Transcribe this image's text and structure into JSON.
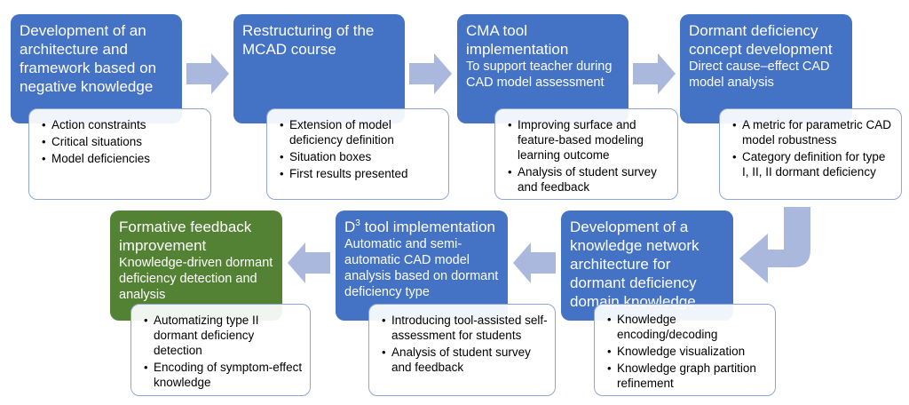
{
  "diagram": {
    "colors": {
      "stage_fill": "#4472c4",
      "final_stage_fill": "#548235",
      "detail_border": "#8fa6d6",
      "arrow_fill": "#a9b8dc"
    },
    "stages": [
      {
        "title": "Development of an architecture and framework based on negative knowledge",
        "subtitle": "",
        "bullets": [
          "Action constraints",
          "Critical situations",
          "Model deficiencies"
        ]
      },
      {
        "title": "Restructuring of the MCAD course",
        "subtitle": "",
        "bullets": [
          "Extension of model deficiency definition",
          "Situation boxes",
          "First results presented"
        ]
      },
      {
        "title": "CMA tool implementation",
        "subtitle": "To support teacher during CAD model assessment",
        "bullets": [
          "Improving surface and feature-based modeling learning outcome",
          "Analysis of student survey and feedback"
        ]
      },
      {
        "title": "Dormant deficiency concept development",
        "subtitle": "Direct cause–effect CAD model analysis",
        "bullets": [
          "A metric for parametric CAD model robustness",
          "Category definition for type I, II, II dormant deficiency"
        ]
      },
      {
        "title": "Development of a knowledge network architecture for dormant deficiency domain knowledge",
        "subtitle": "",
        "bullets": [
          "Knowledge encoding/decoding",
          "Knowledge visualization",
          "Knowledge graph partition refinement"
        ]
      },
      {
        "title_prefix": "D",
        "title_sup": "3",
        "title": " tool implementation",
        "subtitle": "Automatic and semi-automatic CAD model analysis based on dormant deficiency type",
        "bullets": [
          "Introducing tool-assisted self-assessment for students",
          "Analysis of student survey and feedback"
        ]
      },
      {
        "title": "Formative feedback improvement",
        "subtitle": "Knowledge-driven dormant deficiency detection and analysis",
        "bullets": [
          "Automatizing type II dormant deficiency detection",
          "Encoding of symptom-effect knowledge"
        ]
      }
    ],
    "bullet_glyph": "•",
    "arrows": [
      "right-arrow",
      "right-arrow",
      "right-arrow",
      "curved-down-left-arrow",
      "left-arrow",
      "left-arrow"
    ]
  }
}
